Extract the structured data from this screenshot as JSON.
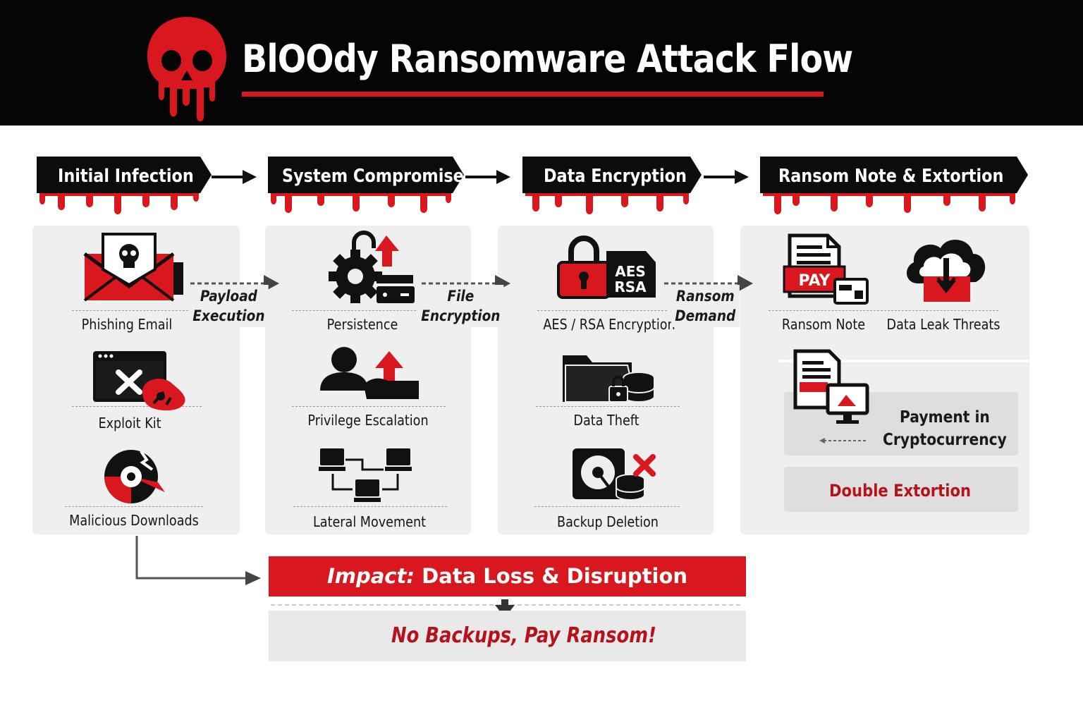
{
  "header": {
    "title": "BlOOdy Ransomware Attack Flow",
    "logo_icon": "dripping-skull-icon"
  },
  "colors": {
    "accent_red": "#d8181e",
    "dark_red_text": "#b5121b",
    "header_bg": "#050505",
    "panel_bg": "#efefef"
  },
  "stages": [
    {
      "title": "Initial Infection",
      "items": [
        {
          "label": "Phishing Email",
          "icon": "skull-envelope-icon"
        },
        {
          "label": "Exploit Kit",
          "icon": "browser-exploit-icon"
        },
        {
          "label": "Malicious Downloads",
          "icon": "broken-disc-icon"
        }
      ]
    },
    {
      "title": "System Compromise",
      "items": [
        {
          "label": "Persistence",
          "icon": "gear-lock-icon"
        },
        {
          "label": "Privilege Escalation",
          "icon": "user-escalate-icon"
        },
        {
          "label": "Lateral Movement",
          "icon": "network-computers-icon"
        }
      ]
    },
    {
      "title": "Data Encryption",
      "items": [
        {
          "label": "AES / RSA Encryption",
          "icon": "padlock-aes-rsa-icon",
          "badge": "AES\nRSA"
        },
        {
          "label": "Data Theft",
          "icon": "folder-database-icon"
        },
        {
          "label": "Backup Deletion",
          "icon": "disk-delete-icon"
        }
      ]
    },
    {
      "title": "Ransom Note & Extortion",
      "items": [
        {
          "label": "Ransom Note",
          "icon": "pay-note-icon",
          "badge": "PAY"
        },
        {
          "label": "Data Leak Threats",
          "icon": "cloud-leak-icon"
        }
      ],
      "payment": {
        "line1": "Payment in",
        "line2": "Cryptocurrency",
        "icon": "document-monitor-icon"
      },
      "double_extortion": "Double Extortion"
    }
  ],
  "connectors": [
    {
      "line1": "Payload",
      "line2": "Execution"
    },
    {
      "line1": "File",
      "line2": "Encryption"
    },
    {
      "line1": "Ransom",
      "line2": "Demand"
    }
  ],
  "impact": {
    "lead": "Impact:",
    "text": "Data Loss & Disruption"
  },
  "outcome": "No Backups, Pay Ransom!"
}
